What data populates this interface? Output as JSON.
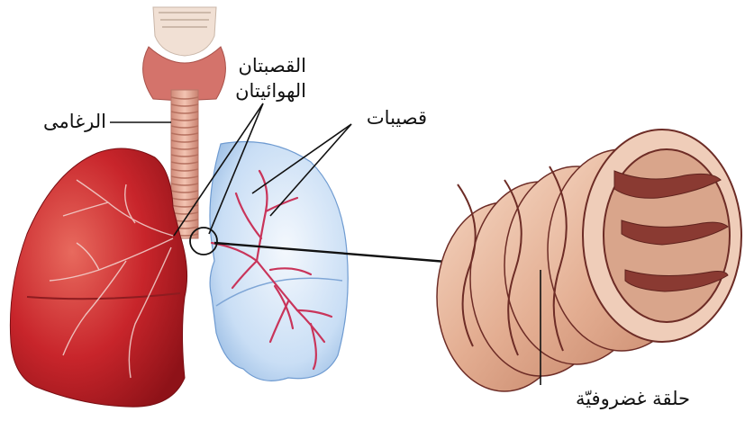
{
  "labels": {
    "trachea": "الرغامى",
    "bronchi_line1": "القصبتان",
    "bronchi_line2": "الهوائيتان",
    "bronchioles": "قصيبات",
    "cartilage_ring": "حلقة غضروفيّة"
  },
  "colors": {
    "left_lung": "#c8252b",
    "right_lung": "#a9c9ec",
    "trachea": "#e7ab98",
    "vessels": "#c9345a",
    "ring_outer": "#ecc0a6",
    "ring_dark": "#8a3a32",
    "ink": "#111111"
  },
  "icons": [
    "magnifier-circle-icon",
    "pointer-arrow-icon"
  ]
}
